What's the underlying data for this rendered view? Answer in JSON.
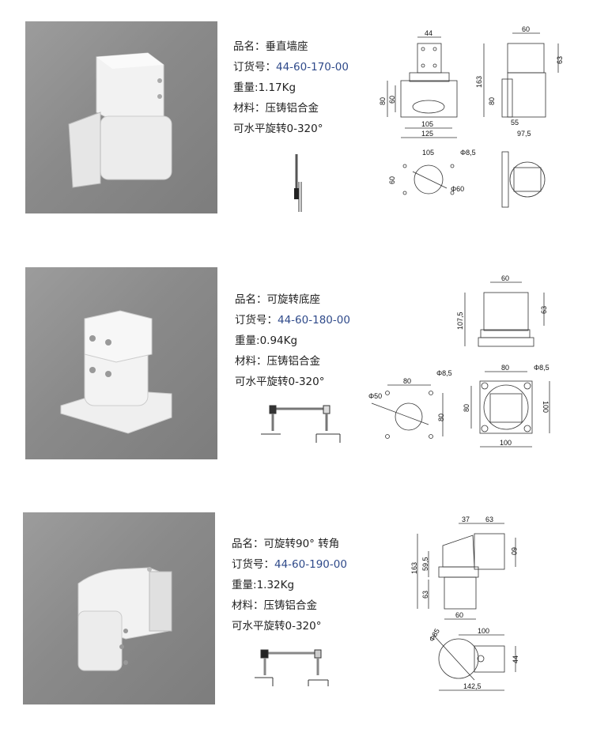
{
  "colors": {
    "code_text": "#2f4a8a",
    "photo_bg": "#8a8a8a"
  },
  "products": [
    {
      "name_label": "品名：",
      "name": "垂直墙座",
      "order_label": "订货号：",
      "order_no": "44-60-170-00",
      "weight_label": "重量:",
      "weight": "1.17Kg",
      "material_label": "材料：",
      "material": "压铸铝合金",
      "rotation": "可水平旋转0-320°",
      "dims": {
        "d44": "44",
        "d80": "80",
        "d60": "60",
        "d105": "105",
        "d125": "125",
        "s60": "60",
        "s63": "63",
        "s163": "163",
        "s80": "80",
        "s55": "55",
        "s97": "97,5",
        "b105": "105",
        "b85": "Φ8,5",
        "b60": "Φ60",
        "b60v": "60"
      }
    },
    {
      "name_label": "品名：",
      "name": "可旋转底座",
      "order_label": "订货号：",
      "order_no": "44-60-180-00",
      "weight_label": "重量:",
      "weight": "0.94Kg",
      "material_label": "材料：",
      "material": "压铸铝合金",
      "rotation": "可水平旋转0-320°",
      "dims": {
        "t60": "60",
        "t63": "63",
        "t107": "107,5",
        "l80": "80",
        "l85": "Φ8,5",
        "l50": "Φ50",
        "l80v": "80",
        "r80": "80",
        "r85": "Φ8,5",
        "r80v": "80",
        "r100v": "100",
        "r100": "100"
      }
    },
    {
      "name_label": "品名：",
      "name": "可旋转90° 转角",
      "order_label": "订货号：",
      "order_no": "44-60-190-00",
      "weight_label": "重量:",
      "weight": "1.32Kg",
      "material_label": "材料：",
      "material": "压铸铝合金",
      "rotation": "可水平旋转0-320°",
      "dims": {
        "d37": "37",
        "d63": "63",
        "d60r": "60",
        "d163": "163",
        "d59": "59,5",
        "d63v": "63",
        "d60": "60",
        "b100": "100",
        "b85": "Φ85",
        "b44": "44",
        "b142": "142,5"
      }
    }
  ]
}
